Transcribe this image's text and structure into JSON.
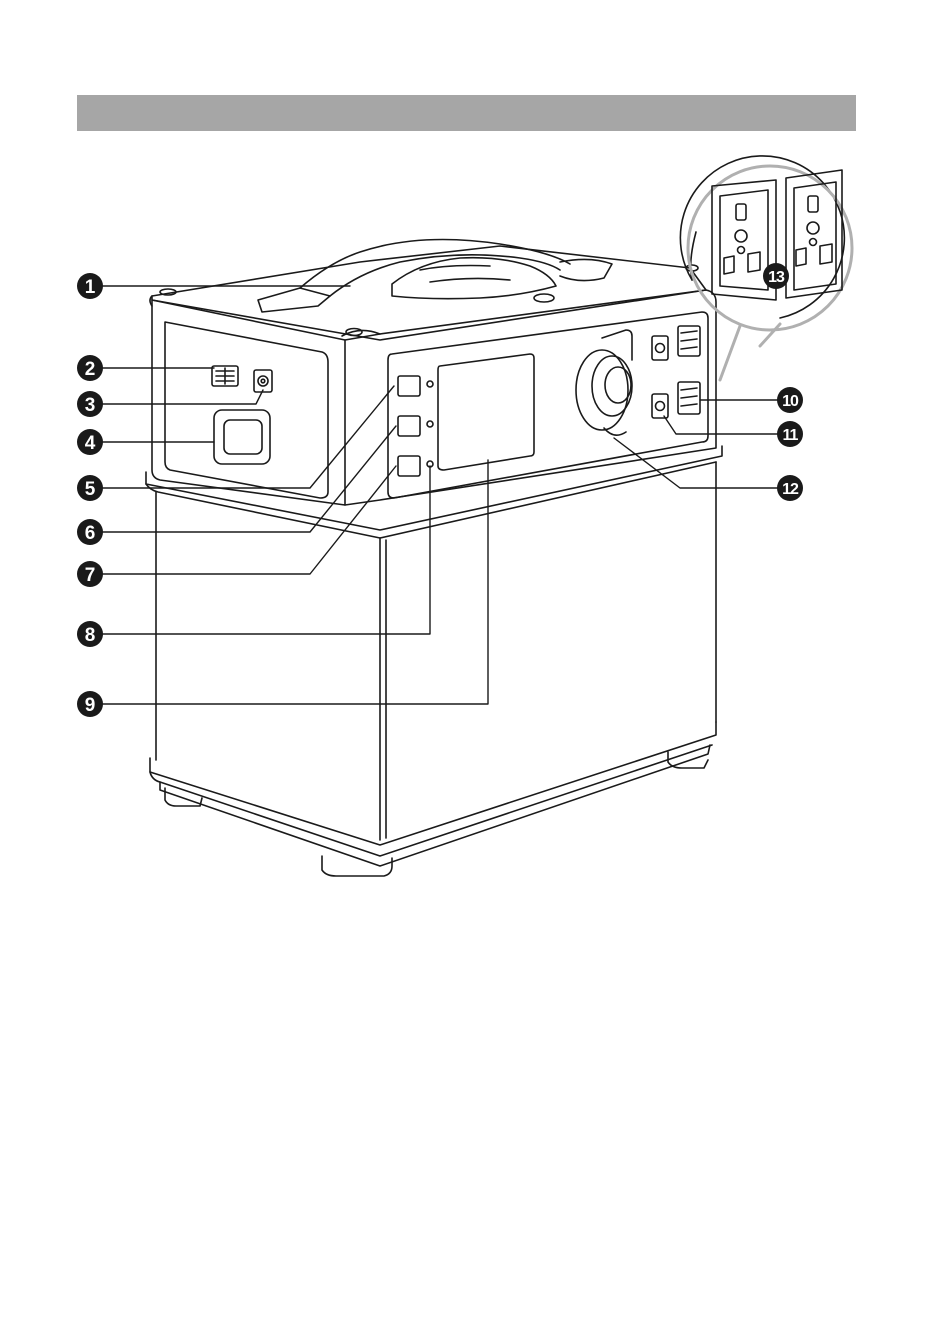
{
  "header": {
    "title": ""
  },
  "callouts": [
    "1",
    "2",
    "3",
    "4",
    "5",
    "6",
    "7",
    "8",
    "9",
    "10",
    "11",
    "12",
    "13"
  ],
  "colors": {
    "ink": "#1a1a1a",
    "header_bar": "#a6a6a6"
  }
}
